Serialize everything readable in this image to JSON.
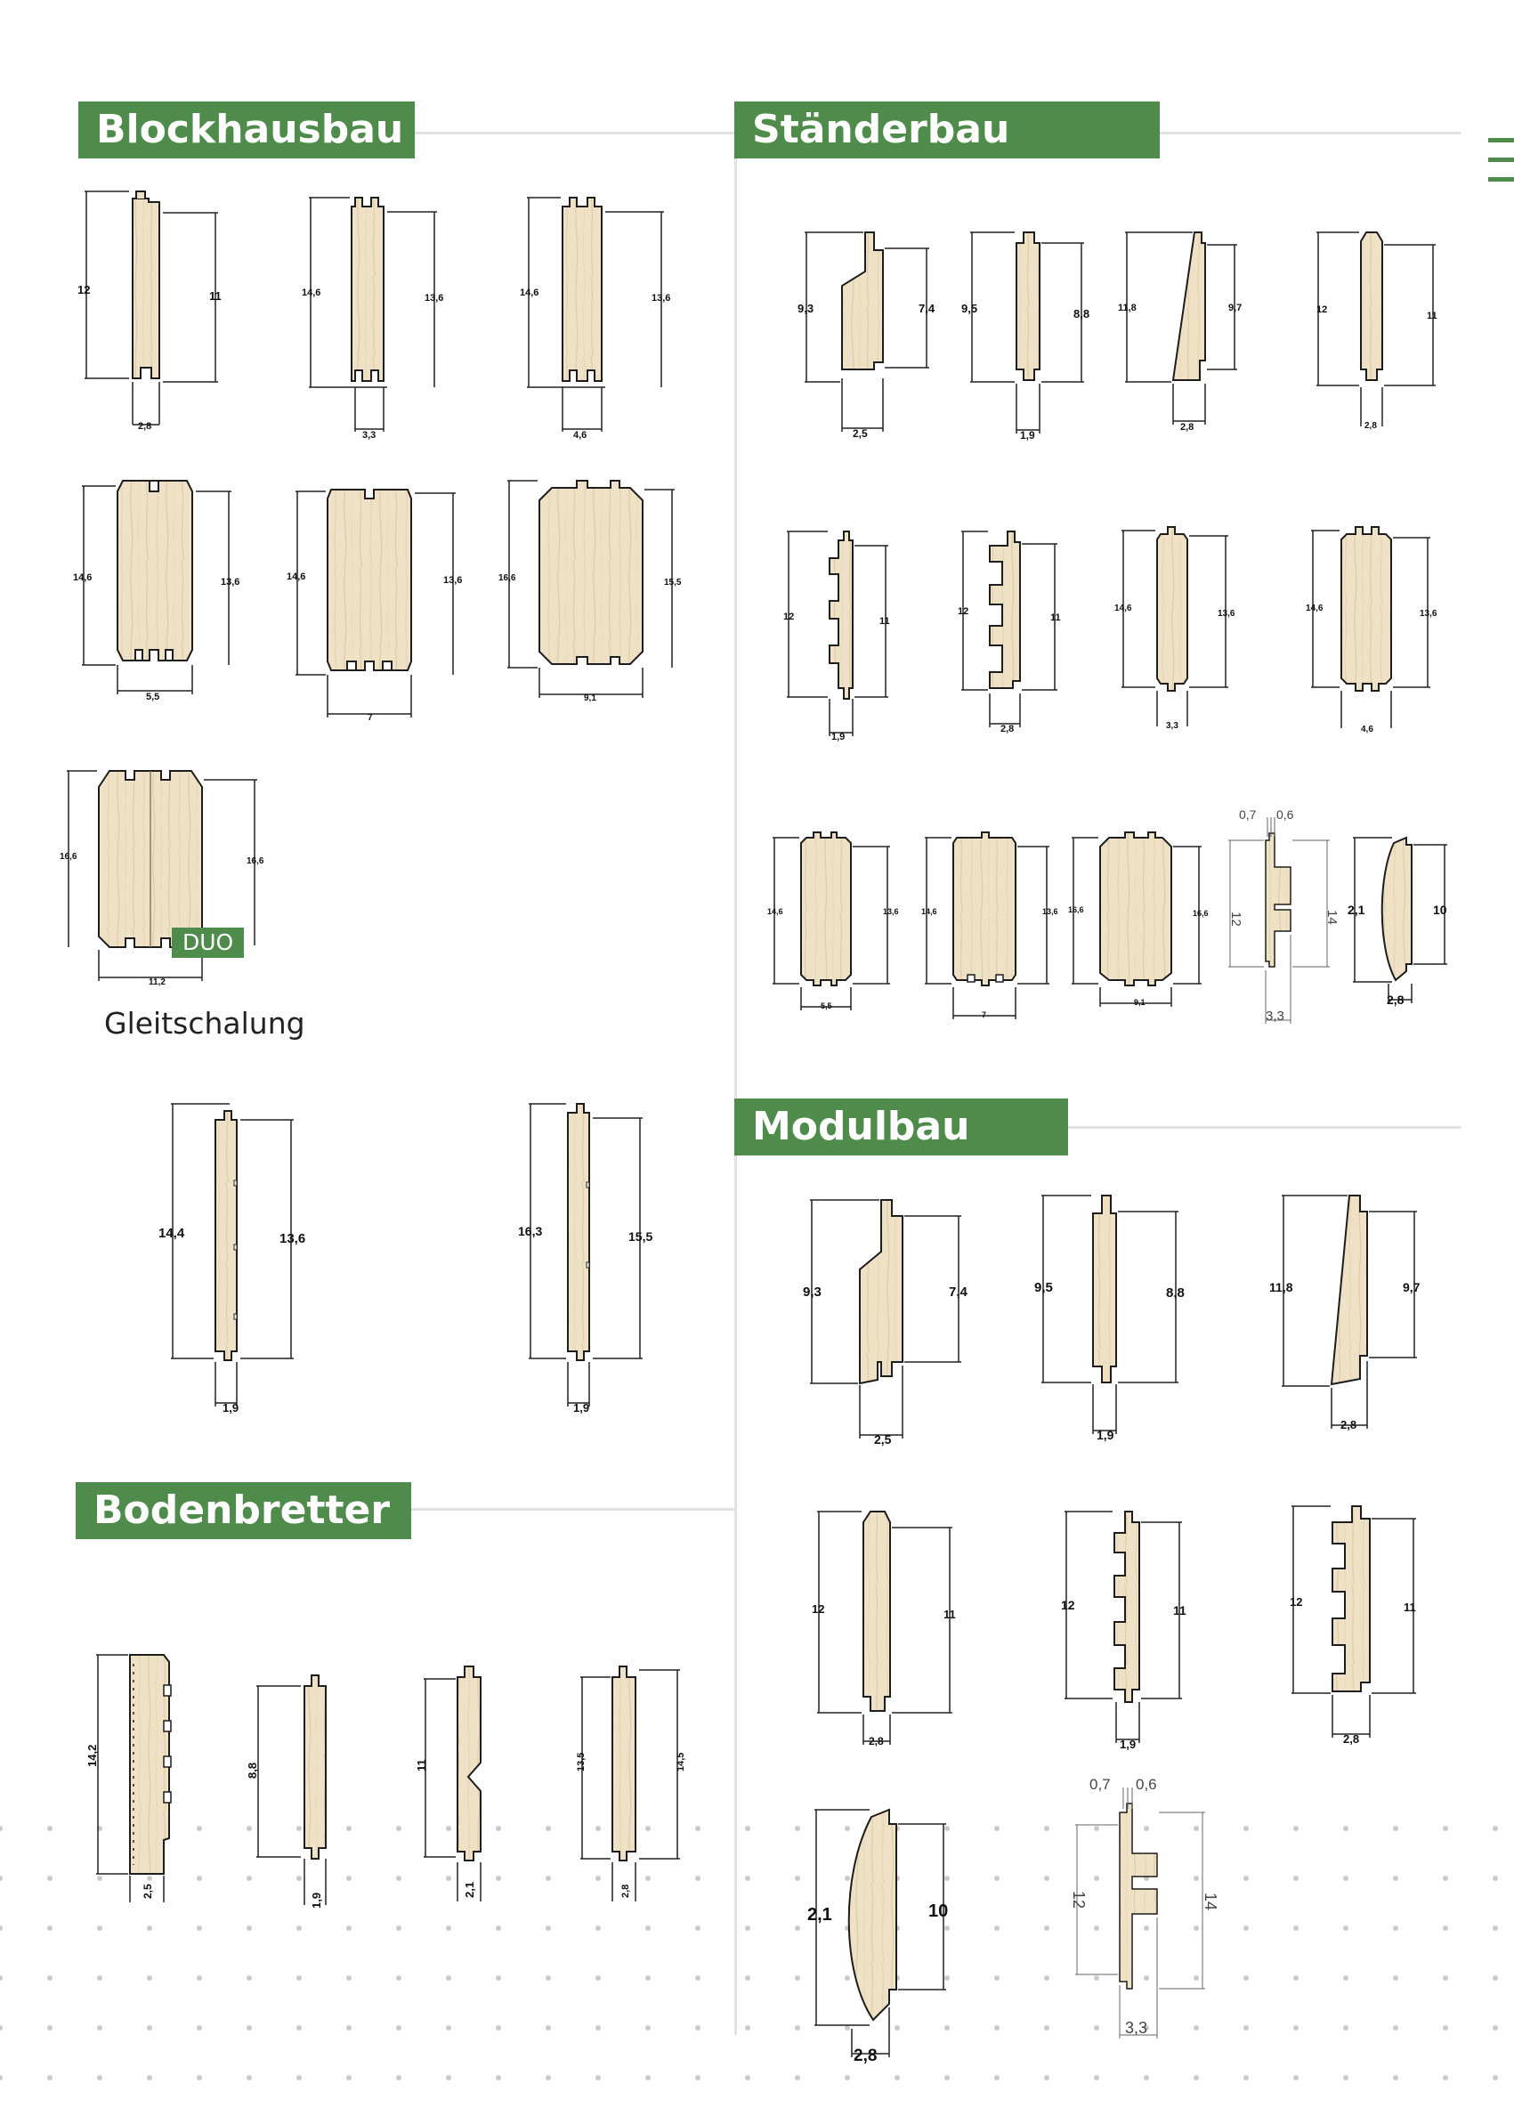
{
  "sections": {
    "blockhausbau": "Blockhausbau",
    "staenderbau": "Ständerbau",
    "modulbau": "Modulbau",
    "bodenbretter": "Bodenbretter"
  },
  "gleitschalung_label": "Gleitschalung",
  "duo_badge": "DUO",
  "profiles": {
    "blockhausbau": [
      {
        "left": "12",
        "right": "11",
        "bottom": "2,8"
      },
      {
        "left": "14,6",
        "right": "13,6",
        "bottom": "3,3"
      },
      {
        "left": "14,6",
        "right": "13,6",
        "bottom": "4,6"
      },
      {
        "left": "14,6",
        "right": "13,6",
        "bottom": "5,5"
      },
      {
        "left": "14,6",
        "right": "13,6",
        "bottom": "7"
      },
      {
        "left": "16,6",
        "right": "15,5",
        "bottom": "9,1"
      },
      {
        "left": "16,6",
        "right": "16,6",
        "bottom": "11,2"
      }
    ],
    "gleitschalung": [
      {
        "left": "14,4",
        "right": "13,6",
        "bottom": "1,9"
      },
      {
        "left": "16,3",
        "right": "15,5",
        "bottom": "1,9"
      }
    ],
    "staenderbau": [
      {
        "left": "9,3",
        "right": "7,4",
        "bottom": "2,5"
      },
      {
        "left": "9,5",
        "right": "8,8",
        "bottom": "1,9"
      },
      {
        "left": "11,8",
        "right": "9,7",
        "bottom": "2,8"
      },
      {
        "left": "12",
        "right": "11",
        "bottom": "2,8"
      },
      {
        "left": "12",
        "right": "11",
        "bottom": "1,9"
      },
      {
        "left": "12",
        "right": "11",
        "bottom": "2,8"
      },
      {
        "left": "14,6",
        "right": "13,6",
        "bottom": "3,3"
      },
      {
        "left": "14,6",
        "right": "13,6",
        "bottom": "4,6"
      },
      {
        "left": "14,6",
        "right": "13,6",
        "bottom": "5,5"
      },
      {
        "left": "14,6",
        "right": "13,6",
        "bottom": "7"
      },
      {
        "left": "16,6",
        "right": "16,6",
        "bottom": "9,1"
      },
      {
        "left": "12",
        "right": "14",
        "bottom": "3,3",
        "top_a": "0,7",
        "top_b": "0,6"
      },
      {
        "left": "2,1",
        "right": "10",
        "bottom": "2,8"
      }
    ],
    "modulbau": [
      {
        "left": "9,3",
        "right": "7,4",
        "bottom": "2,5"
      },
      {
        "left": "9,5",
        "right": "8,8",
        "bottom": "1,9"
      },
      {
        "left": "11,8",
        "right": "9,7",
        "bottom": "2,8"
      },
      {
        "left": "12",
        "right": "11",
        "bottom": "2,8"
      },
      {
        "left": "12",
        "right": "11",
        "bottom": "1,9"
      },
      {
        "left": "12",
        "right": "11",
        "bottom": "2,8"
      },
      {
        "left": "2,1",
        "right": "10",
        "bottom": "2,8"
      },
      {
        "left": "12",
        "right": "14",
        "bottom": "3,3",
        "top_a": "0,7",
        "top_b": "0,6"
      }
    ],
    "bodenbretter": [
      {
        "left": "14,2",
        "bottom": "2,5"
      },
      {
        "left": "8,8",
        "bottom": "1,9"
      },
      {
        "left": "11",
        "bottom": "2,1"
      },
      {
        "left": "13,5",
        "right": "14,5",
        "bottom": "2,8"
      }
    ]
  },
  "colors": {
    "accent": "#4f8c4b",
    "wood": "#efe1c5",
    "grain": "#dcc8a3"
  }
}
